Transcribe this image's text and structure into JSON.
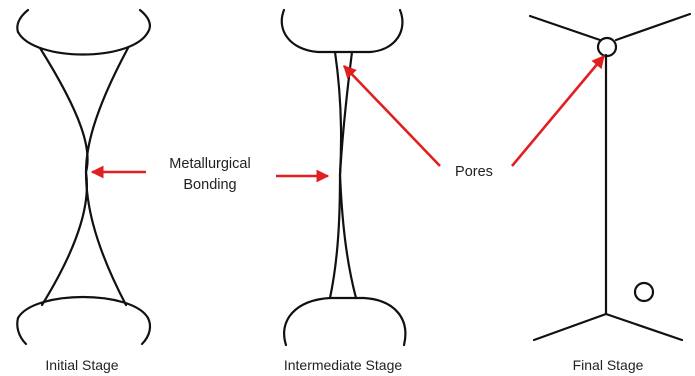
{
  "annotations": {
    "bonding_line1": "Metallurgical",
    "bonding_line2": "Bonding",
    "pores": "Pores"
  },
  "stages": [
    "Initial Stage",
    "Intermediate Stage",
    "Final Stage"
  ],
  "colors": {
    "outline": "#111111",
    "arrow": "#e02020",
    "text": "#222222"
  }
}
